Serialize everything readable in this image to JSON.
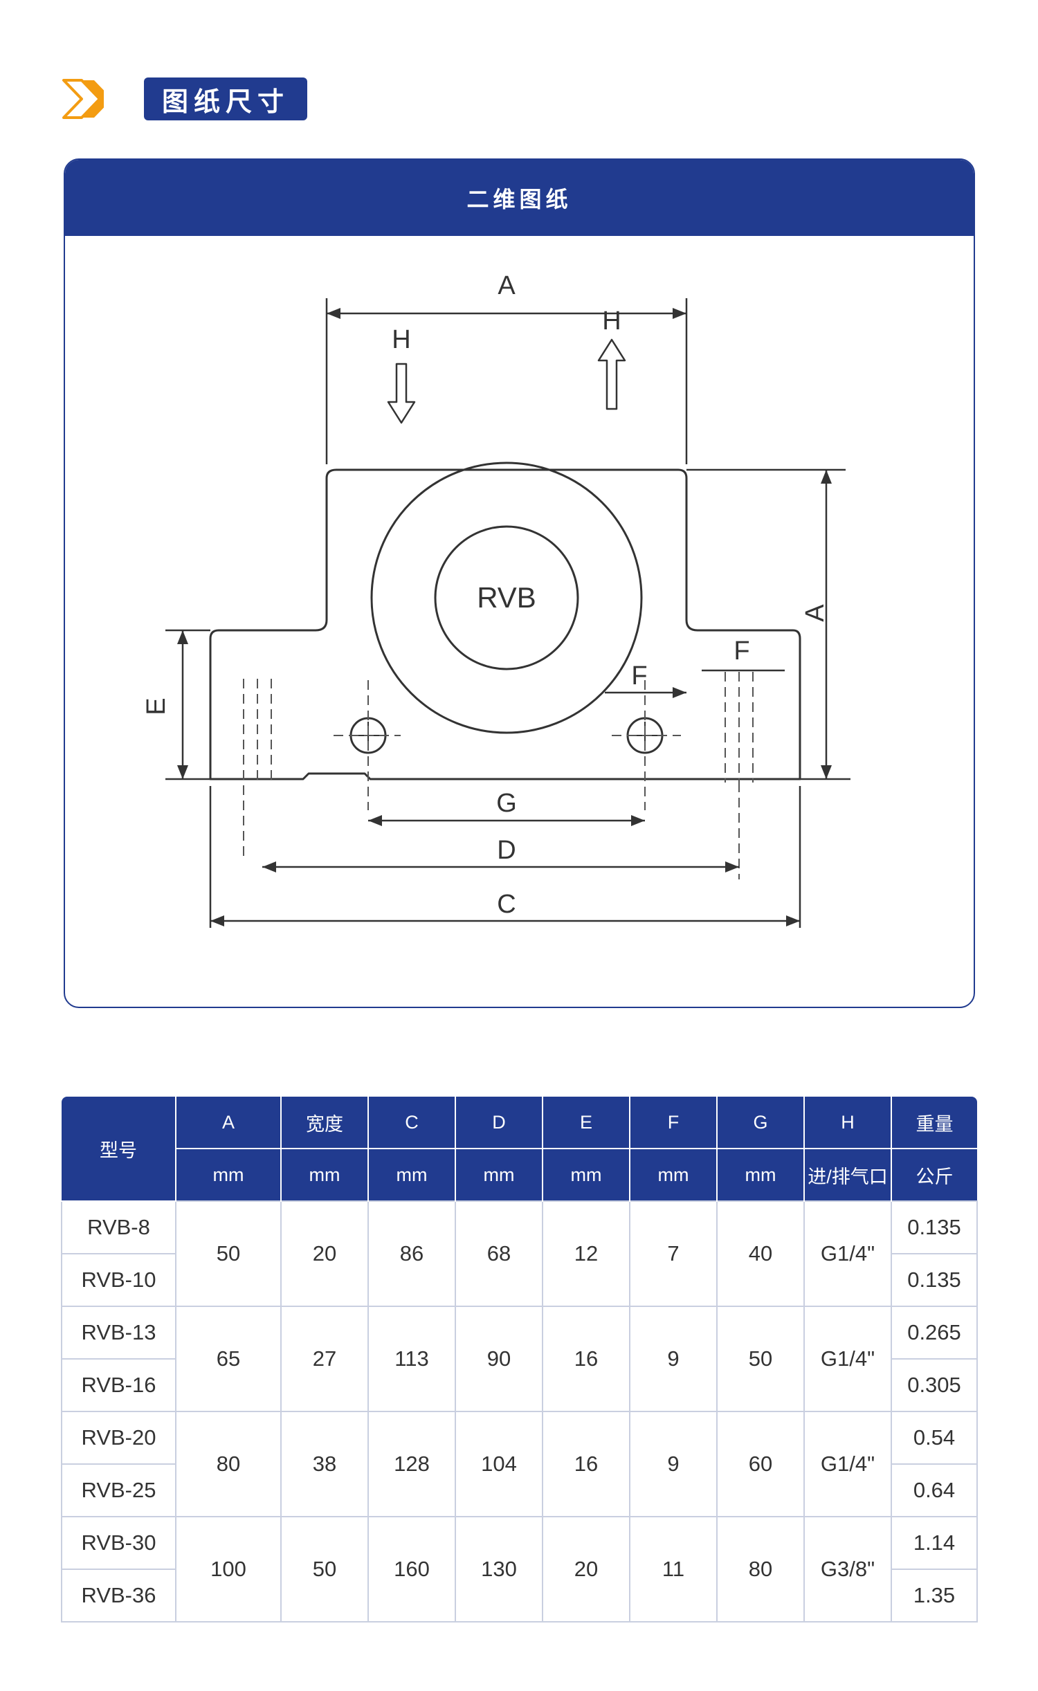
{
  "section": {
    "title": "图纸尺寸",
    "icon": "double-chevron-icon"
  },
  "drawing_card": {
    "title": "二维图纸",
    "labels": {
      "A_top": "A",
      "H_in": "H",
      "H_out": "H",
      "A_side": "A",
      "F_top": "F",
      "F_mid": "F",
      "E": "E",
      "G": "G",
      "D": "D",
      "C": "C",
      "center": "RVB"
    }
  },
  "table": {
    "header_row1": {
      "model": "型号",
      "A": "A",
      "width": "宽度",
      "C": "C",
      "D": "D",
      "E": "E",
      "F": "F",
      "G": "G",
      "H": "H",
      "weight": "重量"
    },
    "header_row2": {
      "A": "mm",
      "width": "mm",
      "C": "mm",
      "D": "mm",
      "E": "mm",
      "F": "mm",
      "G": "mm",
      "H": "进/排气口",
      "weight": "公斤"
    },
    "groups": [
      {
        "models": [
          "RVB-8",
          "RVB-10"
        ],
        "A": "50",
        "width": "20",
        "C": "86",
        "D": "68",
        "E": "12",
        "F": "7",
        "G": "40",
        "H": "G1/4\"",
        "weights": [
          "0.135",
          "0.135"
        ]
      },
      {
        "models": [
          "RVB-13",
          "RVB-16"
        ],
        "A": "65",
        "width": "27",
        "C": "113",
        "D": "90",
        "E": "16",
        "F": "9",
        "G": "50",
        "H": "G1/4\"",
        "weights": [
          "0.265",
          "0.305"
        ]
      },
      {
        "models": [
          "RVB-20",
          "RVB-25"
        ],
        "A": "80",
        "width": "38",
        "C": "128",
        "D": "104",
        "E": "16",
        "F": "9",
        "G": "60",
        "H": "G1/4\"",
        "weights": [
          "0.54",
          "0.64"
        ]
      },
      {
        "models": [
          "RVB-30",
          "RVB-36"
        ],
        "A": "100",
        "width": "50",
        "C": "160",
        "D": "130",
        "E": "20",
        "F": "11",
        "G": "80",
        "H": "G3/8\"",
        "weights": [
          "1.14",
          "1.35"
        ]
      }
    ]
  },
  "colors": {
    "primary": "#213b8f",
    "accent": "#f39c12",
    "border": "#c9cfe0"
  }
}
